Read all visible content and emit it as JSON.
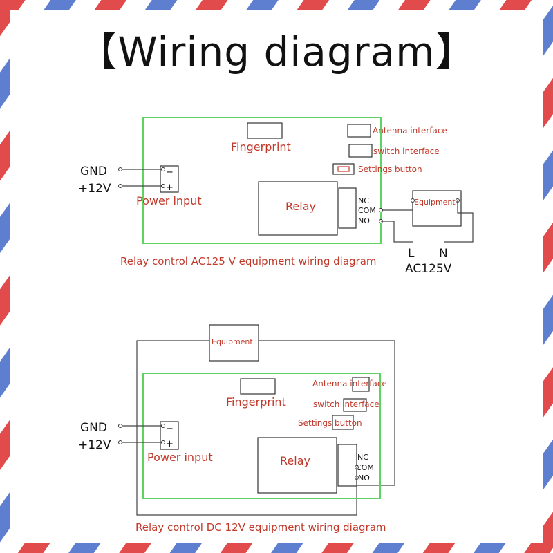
{
  "title": "【Wiring diagram】",
  "colors": {
    "stripe_red": "#e24b4b",
    "stripe_blue": "#5e7fd0",
    "board_green": "#5fd35f",
    "label_red": "#c0392b",
    "wire": "#444444"
  },
  "top_diagram": {
    "fingerprint": "Fingerprint",
    "antenna": "Antenna interface",
    "switch": "switch interface",
    "settings": "Settings button",
    "relay": "Relay",
    "power_input": "Power input",
    "gnd": "GND",
    "v12": "+12V",
    "minus": "−",
    "plus": "+",
    "nc": "NC",
    "com": "COM",
    "no": "NO",
    "equipment": "Equipment",
    "l": "L",
    "n": "N",
    "ac": "AC125V",
    "caption": "Relay control AC125 V equipment wiring diagram"
  },
  "bottom_diagram": {
    "fingerprint": "Fingerprint",
    "antenna": "Antenna interface",
    "switch": "switch interface",
    "settings": "Settings button",
    "relay": "Relay",
    "power_input": "Power input",
    "gnd": "GND",
    "v12": "+12V",
    "minus": "−",
    "plus": "+",
    "nc": "NC",
    "com": "COM",
    "no": "NO",
    "equipment": "Equipment",
    "caption": "Relay control DC 12V equipment wiring diagram"
  }
}
